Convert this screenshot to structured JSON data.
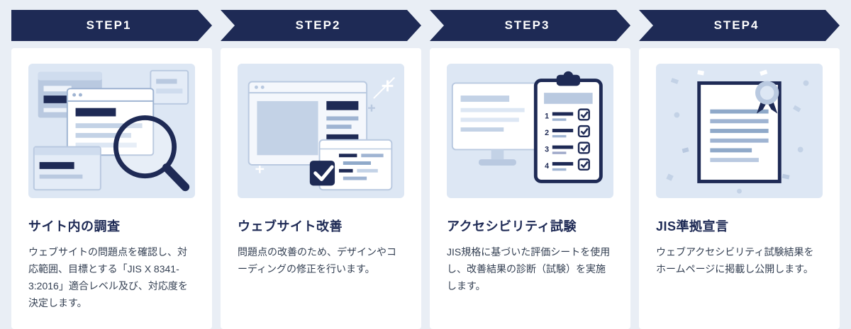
{
  "page": {
    "background": "#e9eef5",
    "card_background": "#ffffff",
    "illustration_background": "#dde7f4"
  },
  "colors": {
    "arrow_navy": "#1e2a55",
    "accent_navy": "#1e2a55",
    "mid_blue": "#8fa9c9",
    "light_blue": "#c3d2e6",
    "pale_blue": "#dde7f4",
    "title_text": "#1e2a55",
    "body_text": "#333f52"
  },
  "steps": [
    {
      "label": "STEP1",
      "title": "サイト内の調査",
      "description": "ウェブサイトの問題点を確認し、対応範囲、目標とする「JIS X 8341-3:2016」適合レベル及び、対応度を決定します。",
      "illustration": "browser-windows-with-magnifier"
    },
    {
      "label": "STEP2",
      "title": "ウェブサイト改善",
      "description": "問題点の改善のため、デザインやコーディングの修正を行います。",
      "illustration": "browser-code-window-with-checkmark"
    },
    {
      "label": "STEP3",
      "title": "アクセシビリティ試験",
      "description": "JIS規格に基づいた評価シートを使用し、改善結果の診断（試験）を実施します。",
      "illustration": "monitor-with-checklist-clipboard"
    },
    {
      "label": "STEP4",
      "title": "JIS準拠宣言",
      "description": "ウェブアクセシビリティ試験結果をホームページに掲載し公開します。",
      "illustration": "certificate-with-ribbon-and-confetti"
    }
  ]
}
